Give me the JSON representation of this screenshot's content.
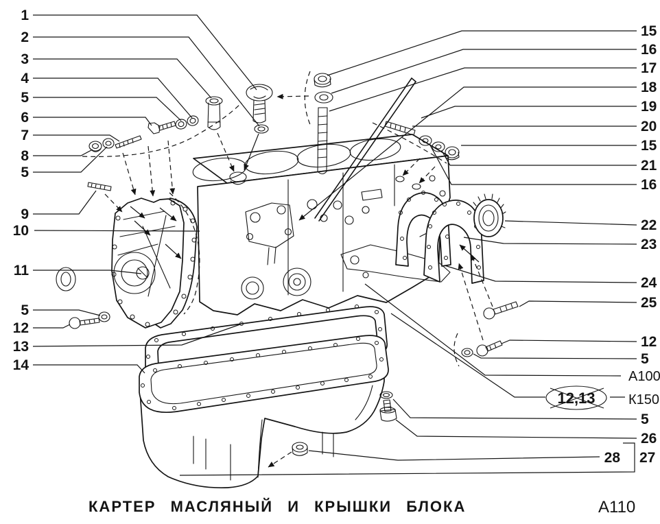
{
  "colors": {
    "paper": "#ffffff",
    "ink": "#141414"
  },
  "figure": {
    "caption": "КАРТЕР МАСЛЯНЫЙ И КРЫШКИ БЛОКА",
    "code": "А110",
    "crossed_note": "12,13"
  },
  "callouts_left": [
    {
      "label": "1"
    },
    {
      "label": "2"
    },
    {
      "label": "3"
    },
    {
      "label": "4"
    },
    {
      "label": "5"
    },
    {
      "label": "6"
    },
    {
      "label": "7"
    },
    {
      "label": "8"
    },
    {
      "label": "5"
    },
    {
      "label": "9"
    },
    {
      "label": "10"
    },
    {
      "label": "11"
    },
    {
      "label": "5"
    },
    {
      "label": "12"
    },
    {
      "label": "13"
    },
    {
      "label": "14"
    }
  ],
  "callouts_right": [
    {
      "label": "15"
    },
    {
      "label": "16"
    },
    {
      "label": "17"
    },
    {
      "label": "18"
    },
    {
      "label": "19"
    },
    {
      "label": "20"
    },
    {
      "label": "15"
    },
    {
      "label": "21"
    },
    {
      "label": "16"
    },
    {
      "label": "22"
    },
    {
      "label": "23"
    },
    {
      "label": "24"
    },
    {
      "label": "25"
    },
    {
      "label": "12"
    },
    {
      "label": "5"
    },
    {
      "label": "А100"
    },
    {
      "label": "К150"
    },
    {
      "label": "5"
    },
    {
      "label": "26"
    },
    {
      "label": "28"
    },
    {
      "label": "27"
    }
  ]
}
